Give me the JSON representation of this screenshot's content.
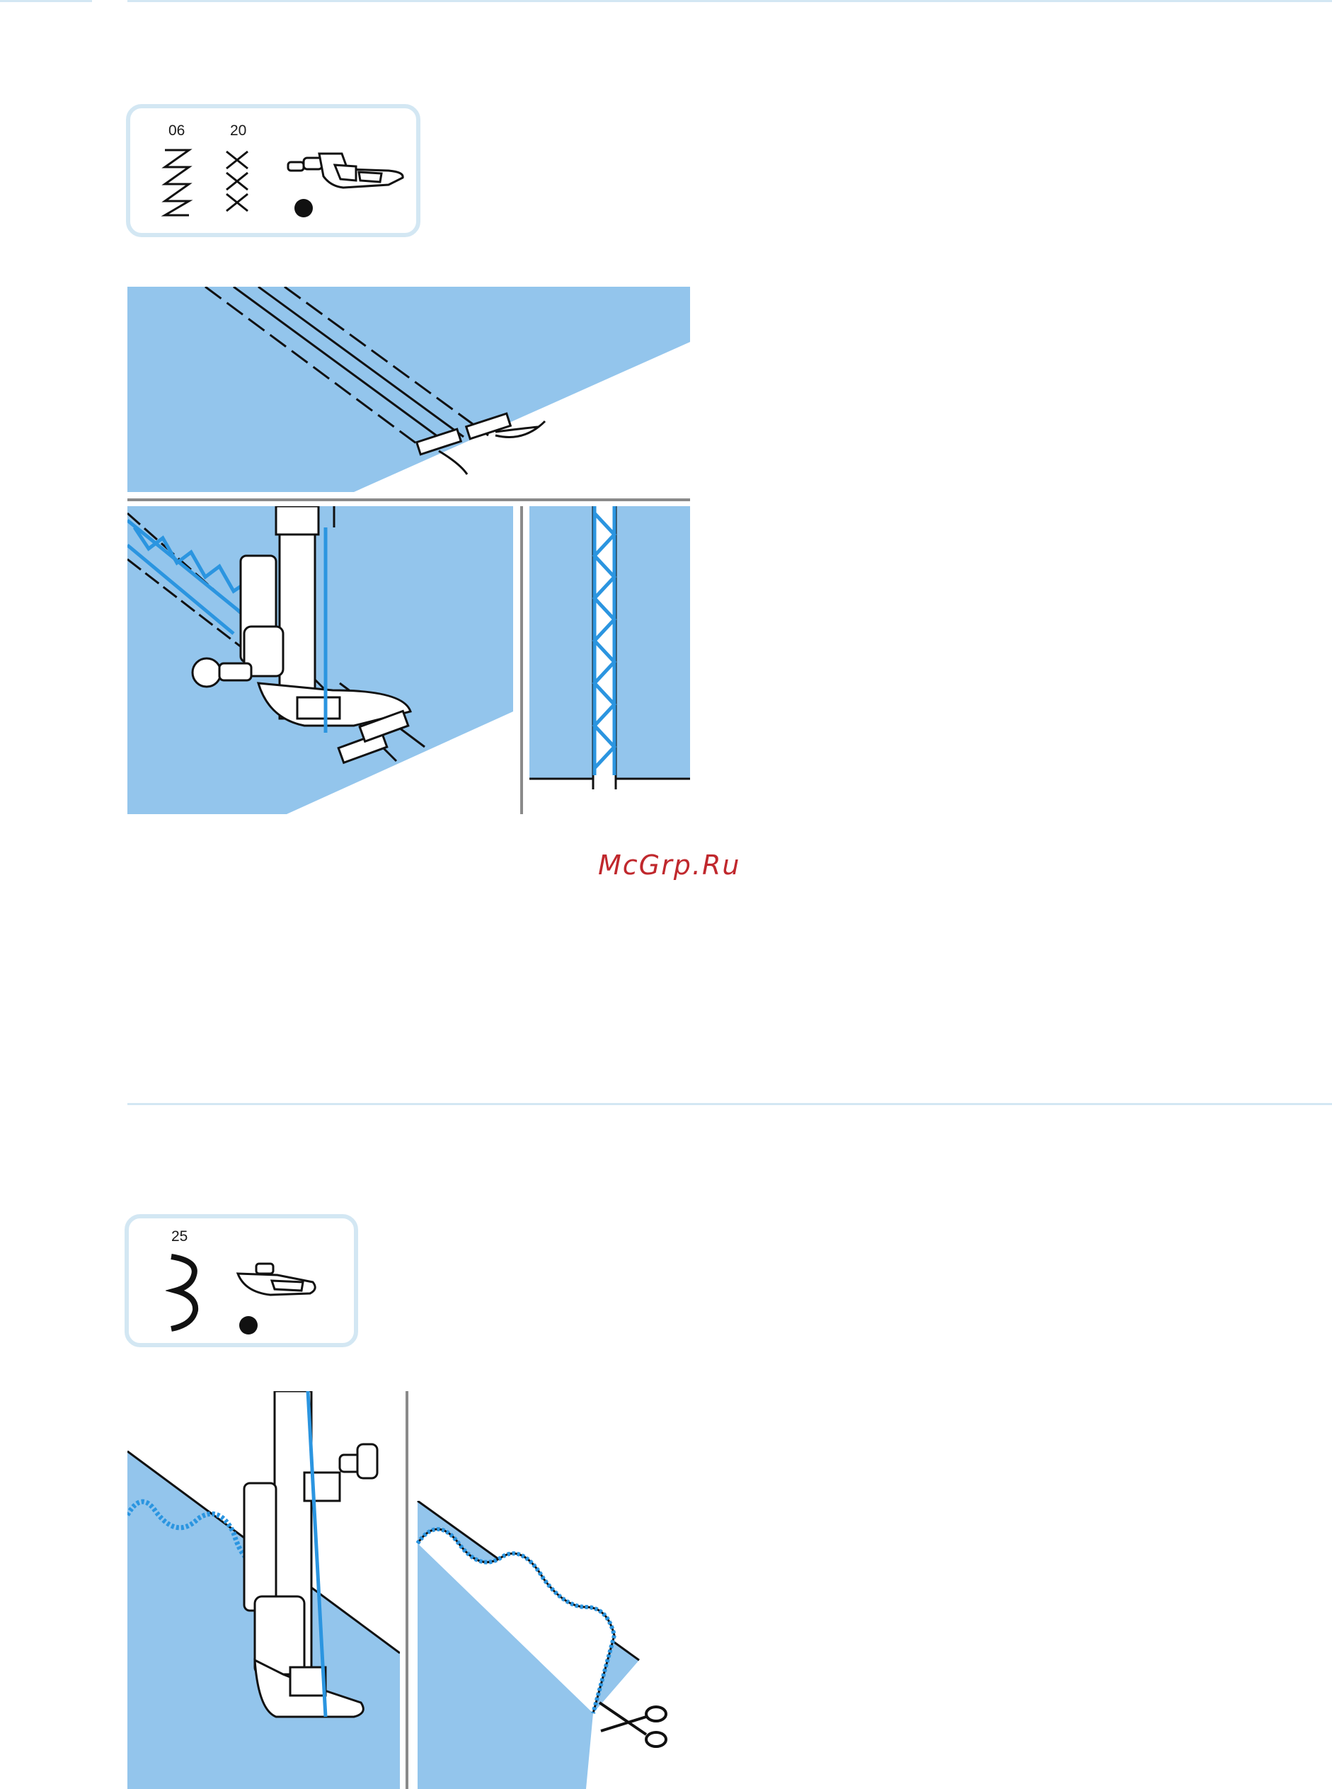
{
  "section1": {
    "stitch_numbers": [
      "06",
      "20"
    ]
  },
  "section2": {
    "stitch_numbers": [
      "25"
    ]
  },
  "watermark": "McGrp.Ru",
  "colors": {
    "fabric": "#93c5ec",
    "thread": "#2b95e0",
    "box_border": "#d3e7f3",
    "line": "#1a1a1a",
    "watermark": "#c0282d"
  }
}
